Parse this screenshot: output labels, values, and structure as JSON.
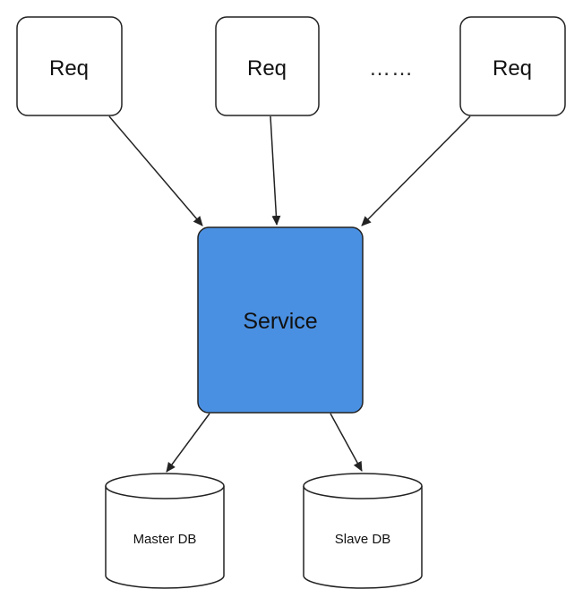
{
  "requests": [
    {
      "label": "Req"
    },
    {
      "label": "Req"
    },
    {
      "label": "Req"
    }
  ],
  "ellipsis": "……",
  "service": {
    "label": "Service",
    "fill": "#4a90e2"
  },
  "databases": [
    {
      "label": "Master DB"
    },
    {
      "label": "Slave DB"
    }
  ],
  "colors": {
    "stroke": "#222222",
    "box_fill": "#ffffff"
  }
}
